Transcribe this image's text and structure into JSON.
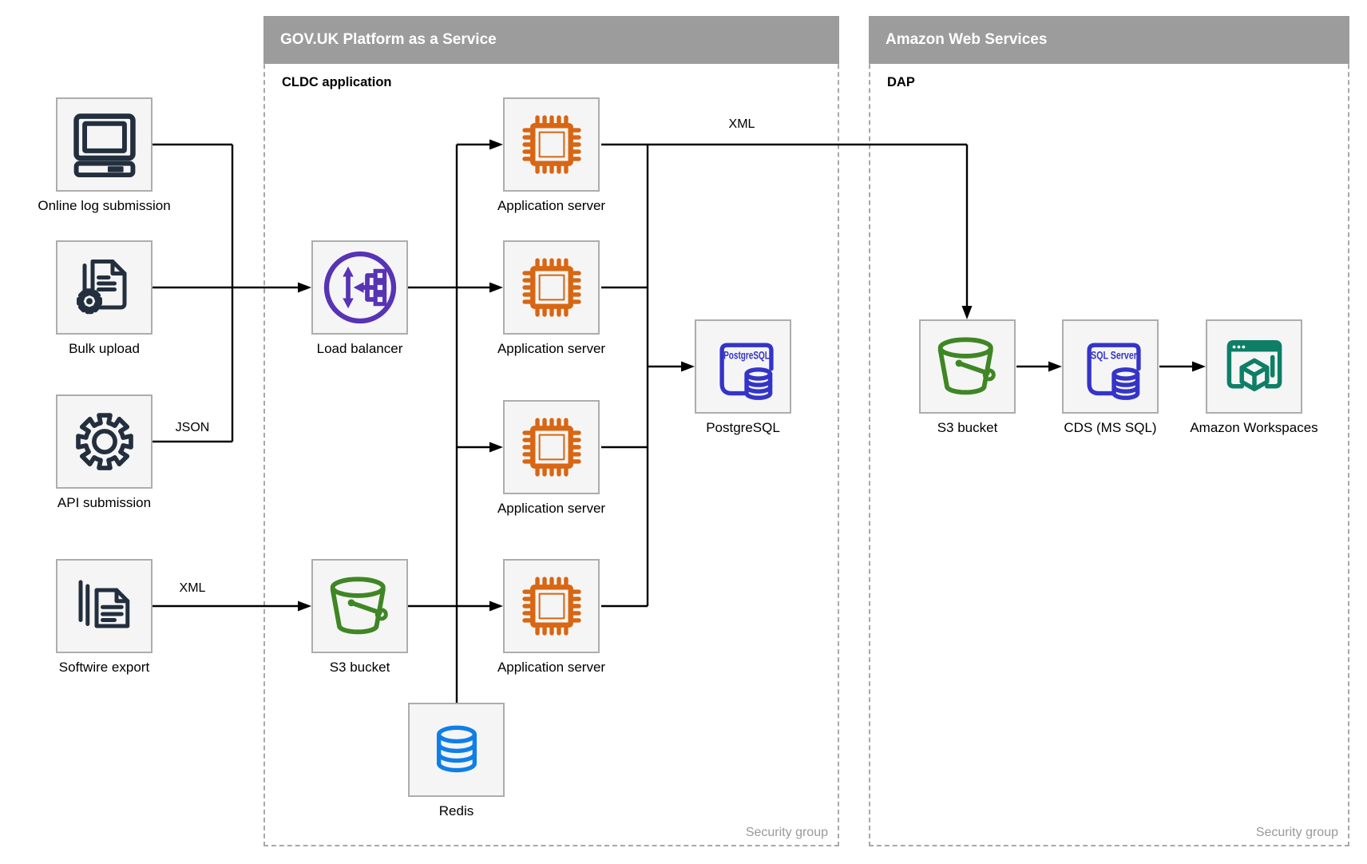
{
  "diagram": {
    "kind": "architecture-diagram",
    "background": "#ffffff"
  },
  "containers": {
    "paas": {
      "title": "GOV.UK Platform as a Service",
      "sublabel": "CLDC application",
      "security_label": "Security group"
    },
    "aws": {
      "title": "Amazon Web Services",
      "sublabel": "DAP",
      "security_label": "Security group"
    }
  },
  "nodes": {
    "online_log": {
      "label": "Online log submission"
    },
    "bulk_upload": {
      "label": "Bulk upload"
    },
    "api_submission": {
      "label": "API submission"
    },
    "softwire_export": {
      "label": "Softwire export"
    },
    "load_balancer": {
      "label": "Load balancer"
    },
    "app_server_1": {
      "label": "Application server"
    },
    "app_server_2": {
      "label": "Application server"
    },
    "app_server_3": {
      "label": "Application server"
    },
    "app_server_4": {
      "label": "Application server"
    },
    "s3_paas": {
      "label": "S3 bucket"
    },
    "redis": {
      "label": "Redis"
    },
    "postgres": {
      "label": "PostgreSQL",
      "icon_text": "PostgreSQL"
    },
    "s3_aws": {
      "label": "S3 bucket"
    },
    "cds": {
      "label": "CDS (MS SQL)",
      "icon_text": "SQL Server"
    },
    "workspaces": {
      "label": "Amazon Workspaces"
    }
  },
  "edge_labels": {
    "bulk_json": "JSON",
    "softwire_xml": "XML",
    "app_xml": "XML"
  },
  "colors": {
    "source_icons": "#232f3e",
    "app_server_orange": "#d86613",
    "load_balancer_purple": "#5733b5",
    "database_indigo": "#3534c8",
    "s3_green": "#3f8624",
    "redis_blue": "#0f7fe6",
    "workspaces_teal": "#0e7f66",
    "container_header_gray": "#9c9c9c",
    "security_text_gray": "#999999",
    "connector_black": "#000000"
  }
}
